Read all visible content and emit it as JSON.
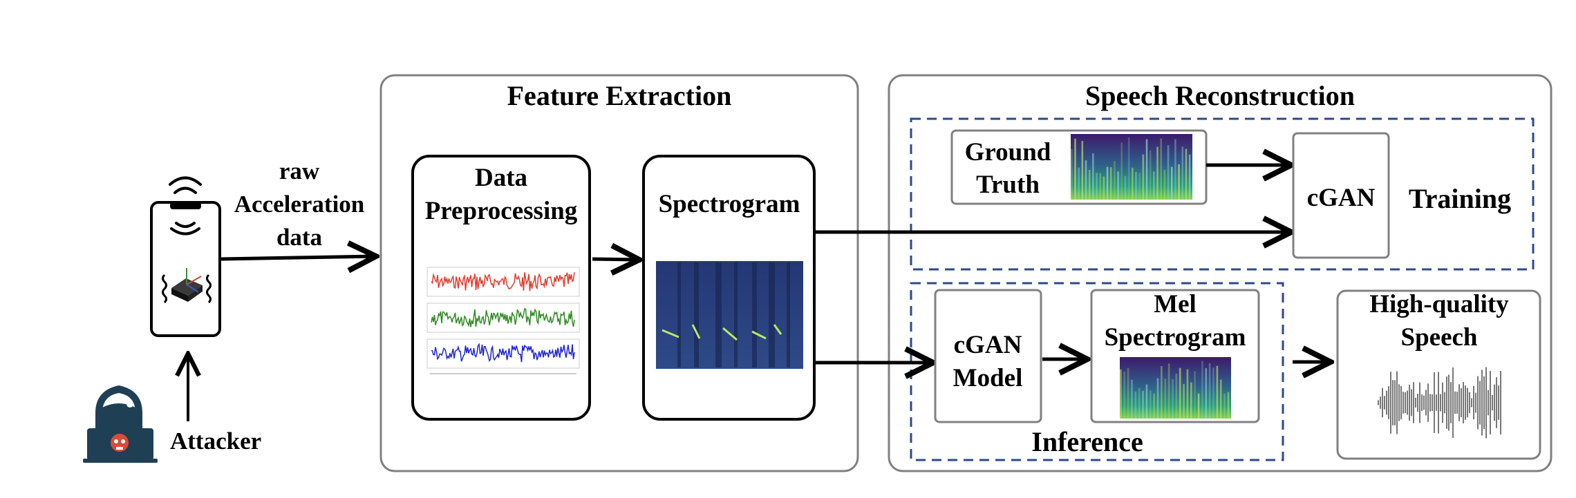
{
  "actors": {
    "attacker_label": "Attacker"
  },
  "signal": {
    "line1": "raw",
    "line2": "Acceleration",
    "line3": "data"
  },
  "feature_extraction": {
    "title": "Feature Extraction",
    "preprocessing_line1": "Data",
    "preprocessing_line2": "Preprocessing",
    "spectrogram_label": "Spectrogram"
  },
  "speech_reconstruction": {
    "title": "Speech Reconstruction",
    "ground_truth_line1": "Ground",
    "ground_truth_line2": "Truth",
    "cgan_label": "cGAN",
    "training_label": "Training",
    "cgan_model_line1": "cGAN",
    "cgan_model_line2": "Model",
    "mel_line1": "Mel",
    "mel_line2": "Spectrogram",
    "inference_label": "Inference",
    "output_line1": "High-quality",
    "output_line2": "Speech"
  },
  "colors": {
    "panel_border": "#808080",
    "dashed_border": "#2b4a8a",
    "accel_x": "#e53b2c",
    "accel_y": "#2e8b22",
    "accel_z": "#1f24d8",
    "spectrogram_bg": "#2f3f7a",
    "mel_bg": "#45127a",
    "attacker": "#1f3f54",
    "skull": "#d84b3b"
  },
  "icons": {
    "phone": "smartphone-icon",
    "wifi": "wifi-icon",
    "sensor": "accelerometer-chip-icon",
    "attacker": "hacker-icon",
    "waveform": "sound-wave-icon"
  }
}
